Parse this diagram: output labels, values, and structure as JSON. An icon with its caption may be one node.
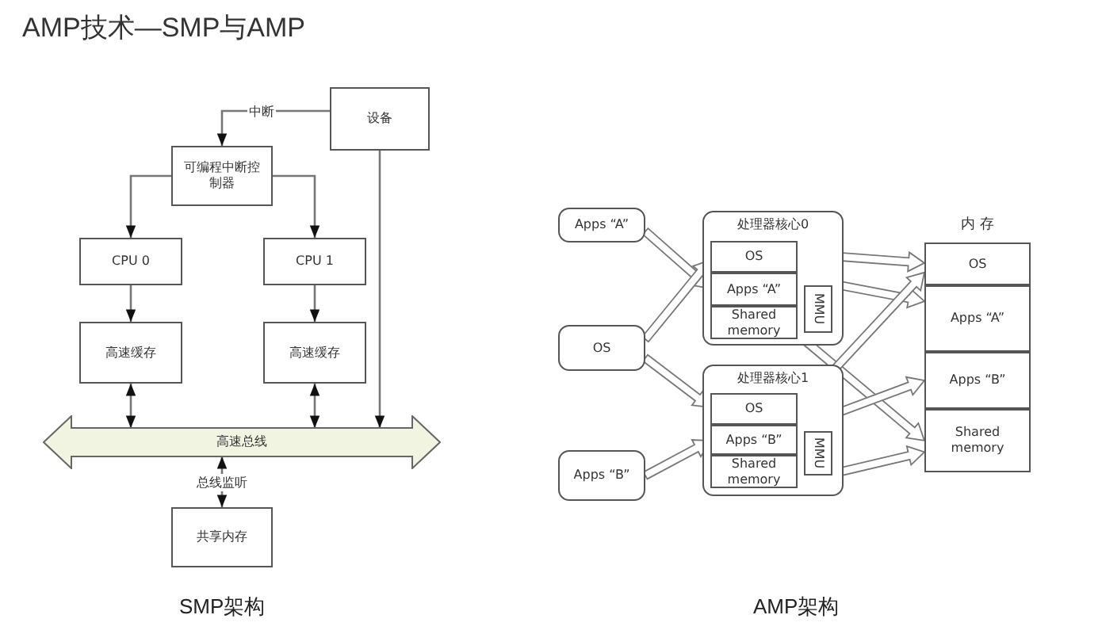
{
  "diagram": {
    "title": "AMP技术—SMP与AMP",
    "nodes": [
      {
        "text": [
          "设备"
        ]
      },
      {
        "text": [
          "可编程中断控制器"
        ]
      },
      {
        "text": [
          "CPU 0"
        ]
      },
      {
        "text": [
          "CPU 1"
        ]
      },
      {
        "text": [
          "高速缓存"
        ]
      },
      {
        "text": [
          "高速缓存"
        ]
      },
      {
        "text": [
          "高速总线"
        ]
      },
      {
        "text": [
          "共享内存"
        ]
      },
      {
        "text": [
          "Apps “A”"
        ]
      },
      {
        "text": [
          "OS"
        ]
      },
      {
        "text": [
          "Apps “B”"
        ]
      },
      {
        "text": [
          "处理器核心0"
        ]
      },
      {
        "text": [
          "OS"
        ],
        "in": 11
      },
      {
        "text": [
          "Apps “A”"
        ],
        "in": 11
      },
      {
        "text": [
          "Shared memory"
        ],
        "in": 11
      },
      {
        "text": [
          "MMU"
        ],
        "in": 11
      },
      {
        "text": [
          "处理器核心1"
        ]
      },
      {
        "text": [
          "OS"
        ],
        "in": 16
      },
      {
        "text": [
          "Apps “B”"
        ],
        "in": 16
      },
      {
        "text": [
          "Shared memory"
        ],
        "in": 16
      },
      {
        "text": [
          "MMU"
        ],
        "in": 16
      },
      {
        "text": [
          "内 存"
        ]
      },
      {
        "text": [
          "OS"
        ],
        "in": 21
      },
      {
        "text": [
          "Apps “A”"
        ],
        "in": 21
      },
      {
        "text": [
          "Apps “B”"
        ],
        "in": 21
      },
      {
        "text": [
          "Shared memory"
        ],
        "in": 21
      }
    ],
    "edges": [
      {
        "from": 0,
        "to": 1,
        "arrow": "to",
        "label": "中断"
      },
      {
        "from": 1,
        "to": 2,
        "arrow": "to"
      },
      {
        "from": 1,
        "to": 3,
        "arrow": "to"
      },
      {
        "from": 2,
        "to": 4,
        "arrow": "to"
      },
      {
        "from": 3,
        "to": 5,
        "arrow": "to"
      },
      {
        "from": 4,
        "to": 6,
        "arrow": "both"
      },
      {
        "from": 5,
        "to": 6,
        "arrow": "both"
      },
      {
        "from": 0,
        "to": 6,
        "arrow": "to"
      },
      {
        "from": 6,
        "to": 7,
        "arrow": "both",
        "label": "总线监听"
      },
      {
        "from": 8,
        "to": 13,
        "arrow": "to",
        "style": "thick"
      },
      {
        "from": 9,
        "to": 12,
        "arrow": "to",
        "style": "thick"
      },
      {
        "from": 9,
        "to": 17,
        "arrow": "to",
        "style": "thick"
      },
      {
        "from": 10,
        "to": 18,
        "arrow": "to",
        "style": "thick"
      },
      {
        "from": 12,
        "to": 22,
        "arrow": "to",
        "style": "thick"
      },
      {
        "from": 13,
        "to": 23,
        "arrow": "to",
        "style": "thick"
      },
      {
        "from": 14,
        "to": 25,
        "arrow": "to",
        "style": "thick"
      },
      {
        "from": 17,
        "to": 22,
        "arrow": "to",
        "style": "thick"
      },
      {
        "from": 18,
        "to": 24,
        "arrow": "to",
        "style": "thick"
      },
      {
        "from": 19,
        "to": 25,
        "arrow": "to",
        "style": "thick"
      }
    ],
    "labels": [
      "SMP架构",
      "AMP架构"
    ]
  }
}
